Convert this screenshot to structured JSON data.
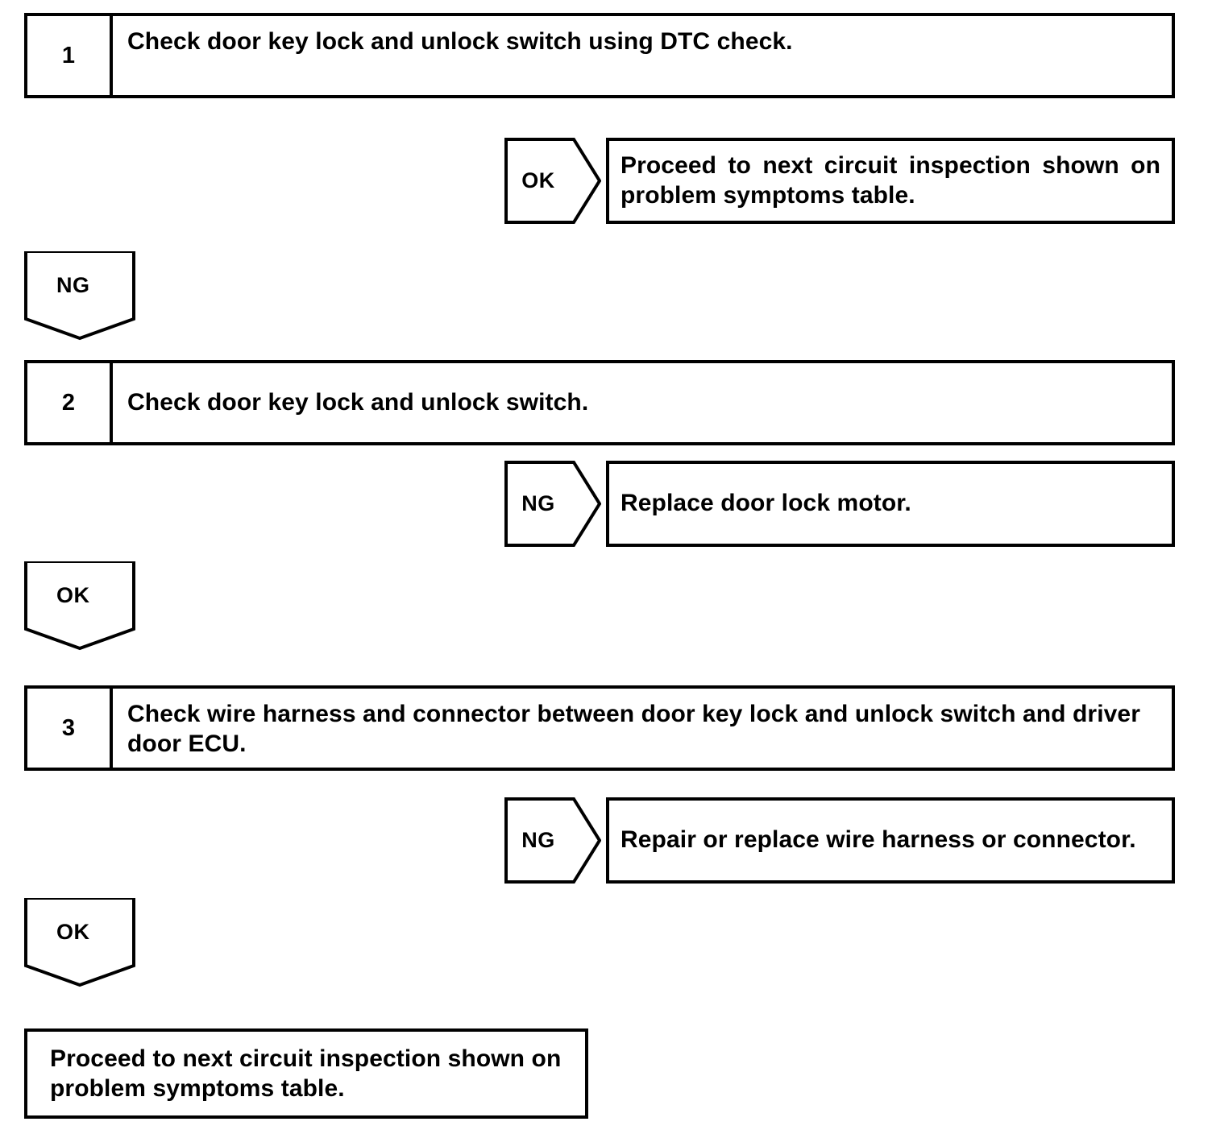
{
  "document": {
    "title": "Door key lock and unlock switch circuit inspection flow",
    "type": "troubleshooting-flowchart",
    "colors": {
      "line": "#000000",
      "background": "#ffffff",
      "text": "#000000"
    }
  },
  "steps": [
    {
      "number": "1",
      "text": "Check door key lock and unlock switch using DTC check."
    },
    {
      "number": "2",
      "text": "Check door key lock and unlock switch."
    },
    {
      "number": "3",
      "text": "Check wire harness and connector between door key lock and unlock switch and driver door ECU."
    }
  ],
  "branches": [
    {
      "tag": "OK",
      "result": "Proceed to next circuit inspection shown on problem symptoms table."
    },
    {
      "tag": "NG",
      "result": "Replace door lock motor."
    },
    {
      "tag": "NG",
      "result": "Repair or replace wire harness or connector."
    }
  ],
  "flow_arrows": [
    {
      "tag": "NG"
    },
    {
      "tag": "OK"
    },
    {
      "tag": "OK"
    }
  ],
  "final": {
    "text": "Proceed to next circuit inspection shown on problem symptoms table."
  }
}
